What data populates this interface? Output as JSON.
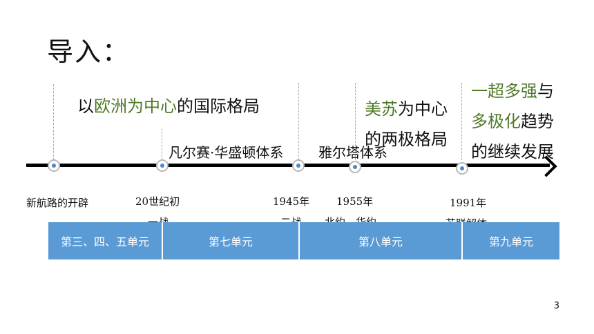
{
  "title": "导入：",
  "headings": {
    "europe": {
      "pre": "以",
      "em": "欧洲为中心",
      "post": "的国际格局"
    },
    "bipolar": {
      "em": "美苏",
      "line1_post": "为中心",
      "line2": "的两极格局"
    },
    "multipolar": {
      "em1": "一超多强",
      "line1_post": "与",
      "em2": "多极化",
      "line2_post": "趋势",
      "line3": "的继续发展"
    }
  },
  "systems": {
    "versailles": "凡尔赛·华盛顿体系",
    "yalta": "雅尔塔体系"
  },
  "timeline": {
    "events": [
      {
        "label": "新航路的开辟",
        "sub": ""
      },
      {
        "label": "20世纪初",
        "sub": "一战"
      },
      {
        "label": "1945年",
        "sub": "二战"
      },
      {
        "label": "1955年",
        "sub": "北约、华约"
      },
      {
        "label": "1991年",
        "sub": "苏联解体"
      }
    ]
  },
  "units": [
    "第三、四、五单元",
    "第七单元",
    "第八单元",
    "第九单元"
  ],
  "page_number": "3",
  "colors": {
    "accent_green": "#4f7a28",
    "unit_blue": "#5b9bd5",
    "node_blue": "#4a8ac4"
  }
}
